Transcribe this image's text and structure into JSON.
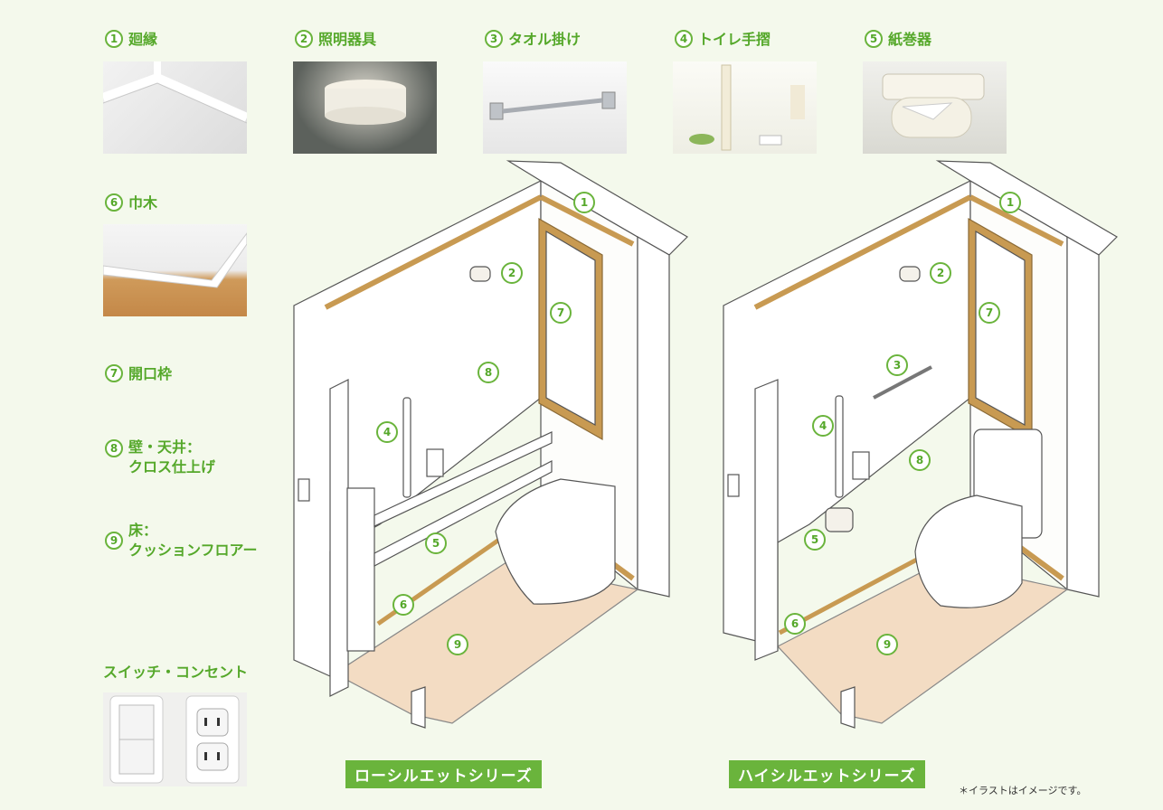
{
  "parts": [
    {
      "num": "1",
      "label": "廻縁"
    },
    {
      "num": "2",
      "label": "照明器具"
    },
    {
      "num": "3",
      "label": "タオル掛け"
    },
    {
      "num": "4",
      "label": "トイレ手摺"
    },
    {
      "num": "5",
      "label": "紙巻器"
    },
    {
      "num": "6",
      "label": "巾木"
    },
    {
      "num": "7",
      "label": "開口枠"
    },
    {
      "num": "8",
      "label_line1": "壁・天井：",
      "label_line2": "クロス仕上げ"
    },
    {
      "num": "9",
      "label_line1": "床：",
      "label_line2": "クッションフロアー"
    }
  ],
  "switch_label": "スイッチ・コンセント",
  "series_low": "ローシルエットシリーズ",
  "series_high": "ハイシルエットシリーズ",
  "note": "＊イラストはイメージです。",
  "colors": {
    "accent": "#6ab43c",
    "frame": "#c89a52",
    "floor": "#f3dcc3",
    "background": "#f4f9ec"
  }
}
